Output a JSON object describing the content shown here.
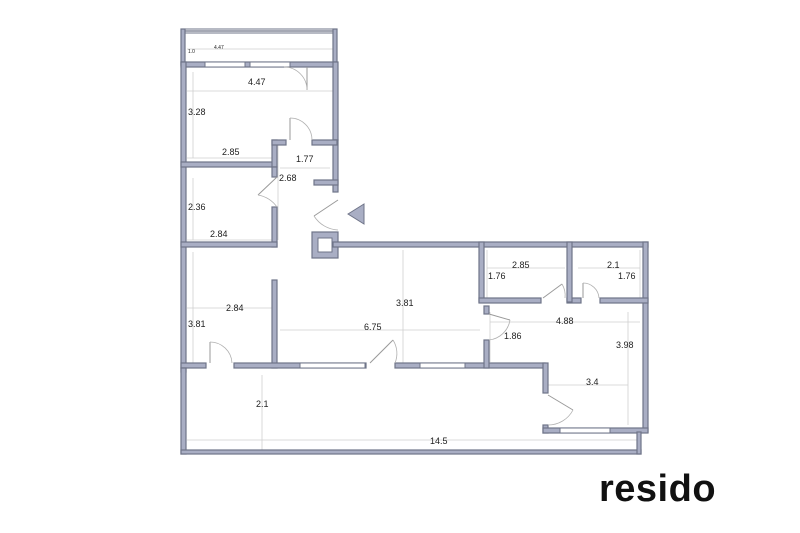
{
  "brand": {
    "logo_text": "resido"
  },
  "plan": {
    "labels": [
      {
        "id": "balcony-depth",
        "text": "1.0",
        "small": true
      },
      {
        "id": "balcony-width",
        "text": "4.47",
        "small": true
      },
      {
        "id": "room1-width",
        "text": "4.47"
      },
      {
        "id": "room1-depth",
        "text": "3.28"
      },
      {
        "id": "room1-lower-width",
        "text": "2.85"
      },
      {
        "id": "hall-upper",
        "text": "1.77"
      },
      {
        "id": "hall-depth",
        "text": "2.68"
      },
      {
        "id": "room2-depth",
        "text": "2.36"
      },
      {
        "id": "room2-width",
        "text": "2.84"
      },
      {
        "id": "room3-width",
        "text": "2.84"
      },
      {
        "id": "room3-depth",
        "text": "3.81"
      },
      {
        "id": "living-depth",
        "text": "3.81"
      },
      {
        "id": "living-width",
        "text": "6.75"
      },
      {
        "id": "room4-width",
        "text": "2.85"
      },
      {
        "id": "room4-depth",
        "text": "1.76"
      },
      {
        "id": "room5-width",
        "text": "2.1"
      },
      {
        "id": "room5-depth",
        "text": "1.76"
      },
      {
        "id": "corridor-width",
        "text": "4.88"
      },
      {
        "id": "corridor-depth",
        "text": "1.86"
      },
      {
        "id": "room6-depth",
        "text": "3.98"
      },
      {
        "id": "room6-width",
        "text": "3.4"
      },
      {
        "id": "terrace-depth",
        "text": "2.1"
      },
      {
        "id": "terrace-width",
        "text": "14.5"
      }
    ]
  }
}
